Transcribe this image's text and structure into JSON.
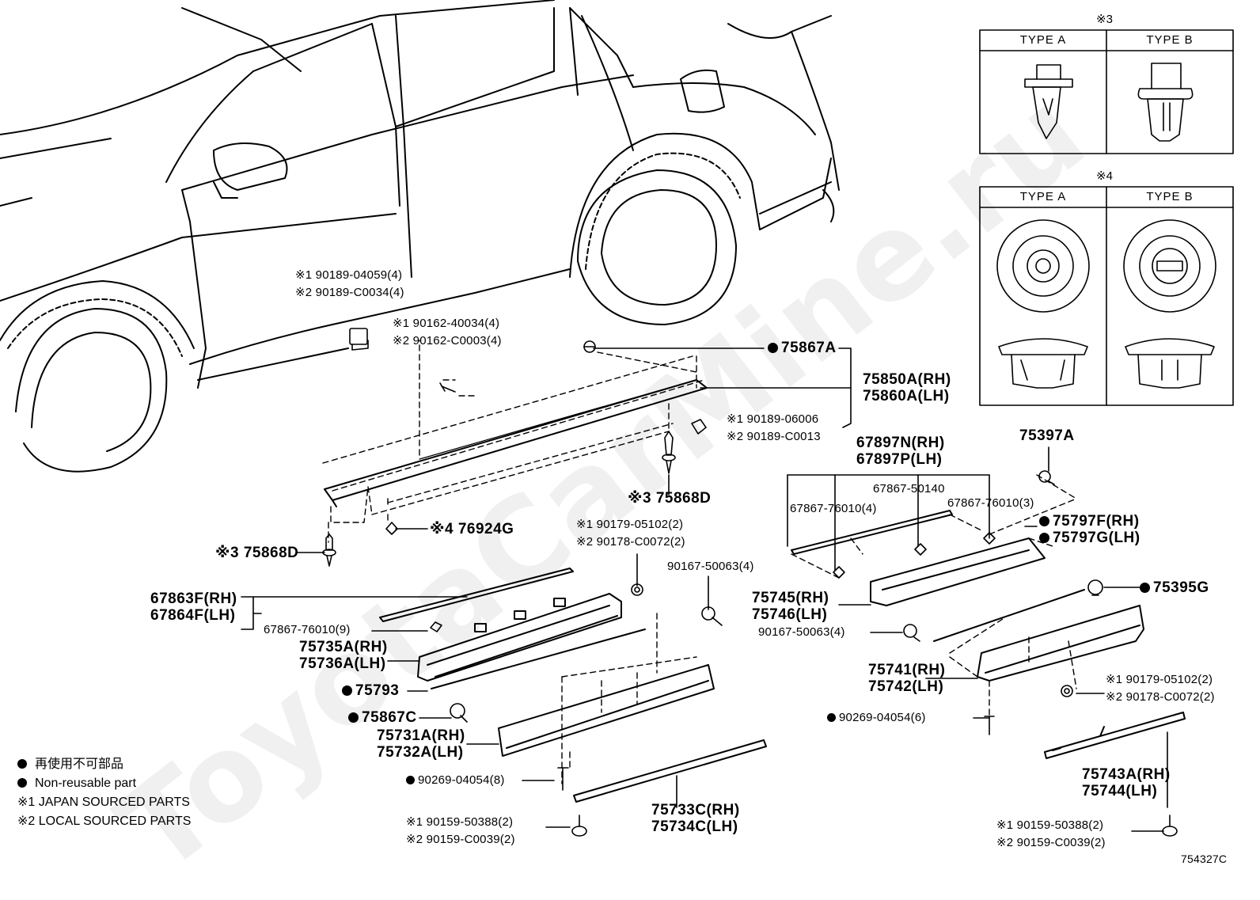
{
  "diagram_code": "754327C",
  "watermark_text": "ToyotaCarMine.ru",
  "note_boxes": [
    {
      "title": "※3",
      "type_a": "TYPE A",
      "type_b": "TYPE B"
    },
    {
      "title": "※4",
      "type_a": "TYPE A",
      "type_b": "TYPE B"
    }
  ],
  "legend": {
    "line1": "再使用不可部品",
    "line2": "Non-reusable part",
    "line3": "※1 JAPAN SOURCED PARTS",
    "line4": "※2 LOCAL SOURCED PARTS"
  },
  "labels": {
    "c1_a": "※1 90189-04059(4)",
    "c1_b": "※2 90189-C0034(4)",
    "s1_a": "※1 90162-40034(4)",
    "s1_b": "※2 90162-C0003(4)",
    "p75867A": "75867A",
    "p75850A": "75850A(RH)",
    "p75860A": "75860A(LH)",
    "c2_a": "※1 90189-06006",
    "c2_b": "※2 90189-C0013",
    "p75868D_1": "※3 75868D",
    "p76924G": "※4 76924G",
    "p75868D_2": "※3 75868D",
    "n1_a": "※1 90179-05102(2)",
    "n1_b": "※2 90178-C0072(2)",
    "p90167_1": "90167-50063(4)",
    "p67863F": "67863F(RH)",
    "p67864F": "67864F(LH)",
    "p67867_9": "67867-76010(9)",
    "p75735A": "75735A(RH)",
    "p75736A": "75736A(LH)",
    "p75793": "75793",
    "p75867C": "75867C",
    "p75731A": "75731A(RH)",
    "p75732A": "75732A(LH)",
    "p90269_8": "90269-04054(8)",
    "p75733C": "75733C(RH)",
    "p75734C": "75734C(LH)",
    "b1_a": "※1 90159-50388(2)",
    "b1_b": "※2 90159-C0039(2)",
    "p67897N": "67897N(RH)",
    "p67897P": "67897P(LH)",
    "p75397A": "75397A",
    "p67867_50140": "67867-50140",
    "p67867_4": "67867-76010(4)",
    "p67867_3": "67867-76010(3)",
    "p75797F": "75797F(RH)",
    "p75797G": "75797G(LH)",
    "p75745": "75745(RH)",
    "p75746": "75746(LH)",
    "p75395G": "75395G",
    "p90167_2": "90167-50063(4)",
    "p75741": "75741(RH)",
    "p75742": "75742(LH)",
    "n2_a": "※1 90179-05102(2)",
    "n2_b": "※2 90178-C0072(2)",
    "p90269_6": "90269-04054(6)",
    "p75743A": "75743A(RH)",
    "p75744": "75744(LH)",
    "b2_a": "※1 90159-50388(2)",
    "b2_b": "※2 90159-C0039(2)"
  }
}
